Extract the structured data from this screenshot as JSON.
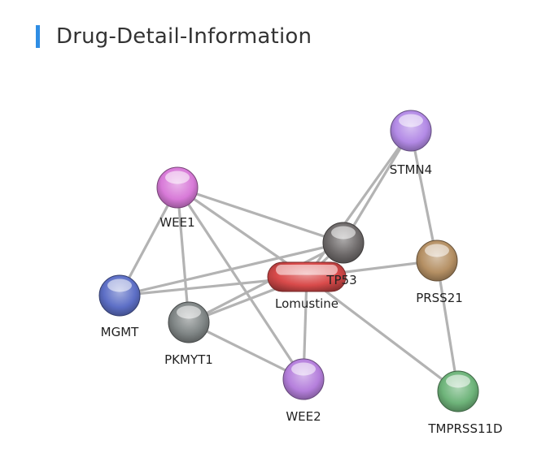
{
  "page": {
    "title": "Drug-Detail-Information",
    "accent_color": "#2f8de4"
  },
  "network": {
    "nodes": [
      {
        "id": "WEE1",
        "label": "WEE1",
        "color": "#d87ad8",
        "shape": "circle"
      },
      {
        "id": "STMN4",
        "label": "STMN4",
        "color": "#b38ae6",
        "shape": "circle"
      },
      {
        "id": "TP53",
        "label": "TP53",
        "color": "#6e6a6a",
        "shape": "circle"
      },
      {
        "id": "PRSS21",
        "label": "PRSS21",
        "color": "#b59064",
        "shape": "circle"
      },
      {
        "id": "Lomustine",
        "label": "Lomustine",
        "color": "#d94a4a",
        "shape": "capsule"
      },
      {
        "id": "MGMT",
        "label": "MGMT",
        "color": "#5d6fc6",
        "shape": "circle"
      },
      {
        "id": "PKMYT1",
        "label": "PKMYT1",
        "color": "#7f8585",
        "shape": "circle"
      },
      {
        "id": "WEE2",
        "label": "WEE2",
        "color": "#b57fdc",
        "shape": "circle"
      },
      {
        "id": "TMPRSS11D",
        "label": "TMPRSS11D",
        "color": "#6eb47a",
        "shape": "circle"
      }
    ],
    "edges": [
      [
        "WEE1",
        "TP53"
      ],
      [
        "WEE1",
        "Lomustine"
      ],
      [
        "WEE1",
        "MGMT"
      ],
      [
        "WEE1",
        "PKMYT1"
      ],
      [
        "WEE1",
        "WEE2"
      ],
      [
        "STMN4",
        "TP53"
      ],
      [
        "STMN4",
        "Lomustine"
      ],
      [
        "STMN4",
        "PRSS21"
      ],
      [
        "TP53",
        "Lomustine"
      ],
      [
        "TP53",
        "MGMT"
      ],
      [
        "TP53",
        "PKMYT1"
      ],
      [
        "PRSS21",
        "Lomustine"
      ],
      [
        "PRSS21",
        "TMPRSS11D"
      ],
      [
        "Lomustine",
        "MGMT"
      ],
      [
        "Lomustine",
        "PKMYT1"
      ],
      [
        "Lomustine",
        "WEE2"
      ],
      [
        "Lomustine",
        "TMPRSS11D"
      ],
      [
        "PKMYT1",
        "WEE2"
      ]
    ]
  }
}
